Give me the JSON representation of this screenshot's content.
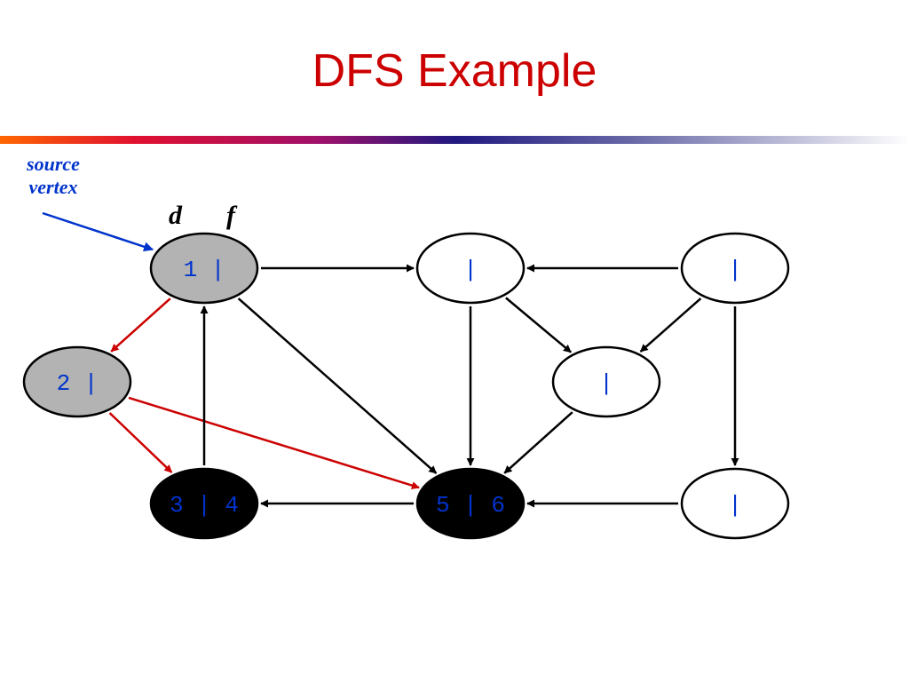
{
  "title": "DFS Example",
  "annotation": {
    "line1": "source",
    "line2": "vertex"
  },
  "header_labels": {
    "d": "d",
    "f": "f"
  },
  "colors": {
    "title": "#cc0000",
    "tree_edge": "#cc0000",
    "edge": "#000000",
    "label": "#0033cc"
  },
  "vertices": [
    {
      "id": "v1",
      "label": "1 |",
      "state": "gray"
    },
    {
      "id": "v2",
      "label": "|",
      "state": "white"
    },
    {
      "id": "v3",
      "label": "|",
      "state": "white"
    },
    {
      "id": "v4",
      "label": "2 |",
      "state": "gray"
    },
    {
      "id": "v5",
      "label": "|",
      "state": "white"
    },
    {
      "id": "v6",
      "label": "3 | 4",
      "state": "black"
    },
    {
      "id": "v7",
      "label": "5 | 6",
      "state": "black"
    },
    {
      "id": "v8",
      "label": "|",
      "state": "white"
    }
  ],
  "edges": [
    {
      "from": "v1",
      "to": "v2",
      "type": "normal"
    },
    {
      "from": "v3",
      "to": "v2",
      "type": "normal"
    },
    {
      "from": "v2",
      "to": "v5",
      "type": "normal"
    },
    {
      "from": "v3",
      "to": "v5",
      "type": "normal"
    },
    {
      "from": "v3",
      "to": "v8",
      "type": "normal"
    },
    {
      "from": "v1",
      "to": "v4",
      "type": "tree"
    },
    {
      "from": "v4",
      "to": "v6",
      "type": "tree"
    },
    {
      "from": "v4",
      "to": "v7",
      "type": "tree"
    },
    {
      "from": "v6",
      "to": "v1",
      "type": "normal"
    },
    {
      "from": "v1",
      "to": "v7",
      "type": "normal"
    },
    {
      "from": "v2",
      "to": "v7",
      "type": "normal"
    },
    {
      "from": "v5",
      "to": "v7",
      "type": "normal"
    },
    {
      "from": "v7",
      "to": "v6",
      "type": "normal"
    },
    {
      "from": "v8",
      "to": "v7",
      "type": "normal"
    }
  ]
}
